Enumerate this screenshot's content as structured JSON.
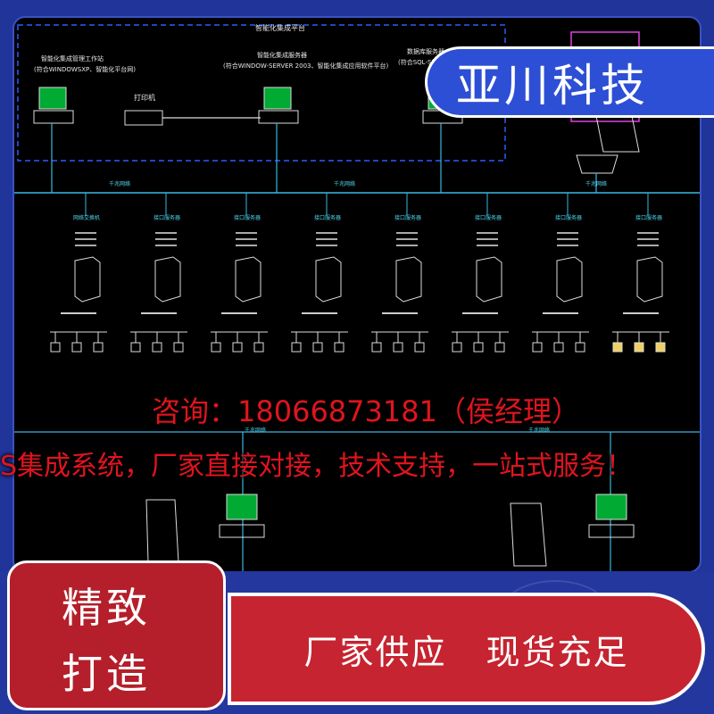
{
  "brand": {
    "name": "亚川科技"
  },
  "diagram": {
    "title": "智能化集成平台",
    "top_nodes": [
      {
        "title": "智能化集成管理工作站",
        "subtitle": "(符合WINDOWSXP、智能化平台网)"
      },
      {
        "title": "打印机",
        "subtitle": ""
      },
      {
        "title": "智能化集成服务器",
        "subtitle": "(符合WINDOW-SERVER 2003、智能化集成应用软件平台)"
      },
      {
        "title": "数据库服务器",
        "subtitle": "(符合SQL-SERVER)"
      }
    ],
    "network_label": "千兆网络",
    "subsystems": [
      {
        "label": "网络交换机"
      },
      {
        "label": "接口服务器"
      },
      {
        "label": "接口服务器"
      },
      {
        "label": "接口服务器"
      },
      {
        "label": "接口服务器"
      },
      {
        "label": "接口服务器"
      },
      {
        "label": "接口服务器"
      },
      {
        "label": "接口服务器"
      }
    ],
    "lower_label": "千兆网络"
  },
  "promo": {
    "contact": "咨询：18066873181（侯经理）",
    "slogan": "S集成系统，厂家直接对接，技术支持，一站式服务！"
  },
  "badge": {
    "line1": "精致",
    "line2": "打造"
  },
  "pill": {
    "left_text": "厂家供应",
    "right_text": "现货充足"
  },
  "colors": {
    "accent_blue": "#2d4fd6",
    "accent_red": "#c62430",
    "diagram_cyan": "#3ab8e0"
  }
}
